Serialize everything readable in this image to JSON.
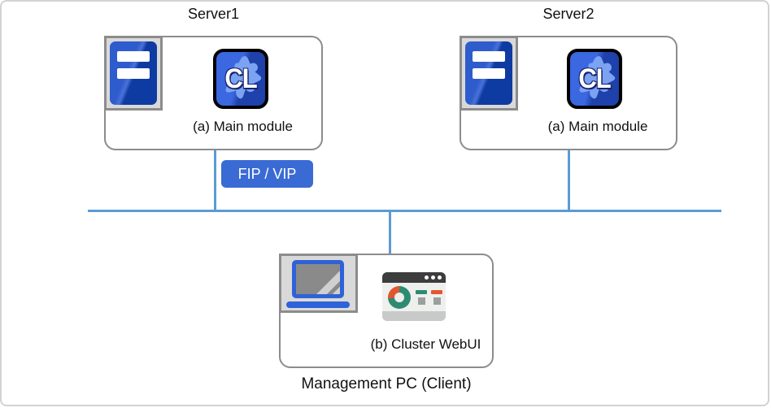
{
  "diagram": {
    "servers": [
      {
        "title": "Server1",
        "module_label": "(a) Main module"
      },
      {
        "title": "Server2",
        "module_label": "(a) Main module"
      }
    ],
    "fip_vip_badge": "FIP / VIP",
    "management_pc": {
      "caption": "Management PC (Client)",
      "module_label": "(b) Cluster WebUI"
    },
    "cl_badge_text": "CL",
    "colors": {
      "network_line": "#5b9bd5",
      "badge_blue": "#3a6bd4",
      "box_border": "#8c8c8c",
      "icon_square_bg": "#d9d9d9",
      "tower_blue": "#2e5ccd",
      "tower_blue_dark": "#0e3ba1",
      "cl_icon_blue": "#3b67e0",
      "cl_icon_blue_dark": "#1e41ab",
      "cl_blob_blue": "#7ca2f2",
      "laptop_blue": "#2e62d8",
      "browser_header": "#3d3d3d",
      "donut_green": "#2e8b71",
      "donut_red": "#e2572f"
    }
  }
}
